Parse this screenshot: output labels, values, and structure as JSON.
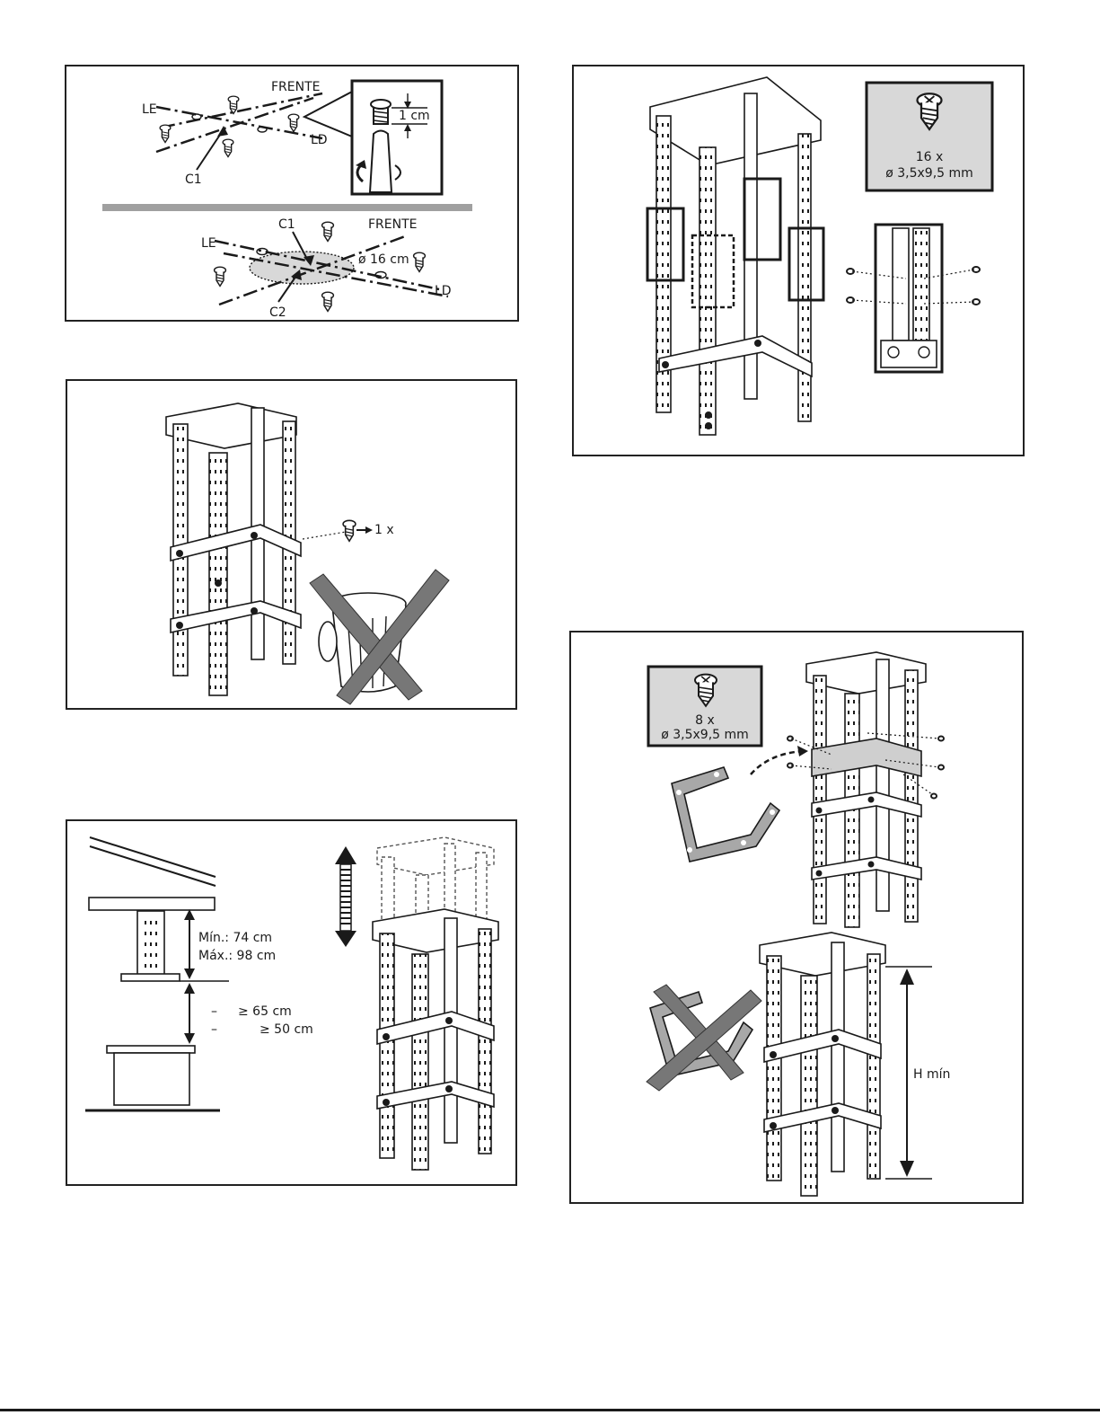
{
  "panel1": {
    "label_frente_top": "FRENTE",
    "label_le_top": "LE",
    "label_ld_top": "LD",
    "label_c1_top": "C1",
    "label_1cm": "1 cm",
    "label_c1_bottom": "C1",
    "label_frente_bottom": "FRENTE",
    "label_le_bottom": "LE",
    "label_ld_bottom": "LD",
    "label_c2": "C2",
    "label_diameter": "ø 16 cm"
  },
  "panel2": {
    "label_qty": "1 x"
  },
  "panel3": {
    "label_min": "Mín.: 74 cm",
    "label_max": "Máx.: 98 cm",
    "label_dash1": "–",
    "label_dist1": "≥ 65 cm",
    "label_dash2": "–",
    "label_dist2": "≥ 50 cm"
  },
  "panel4": {
    "screw_qty": "16 x",
    "screw_size": "ø 3,5x9,5 mm"
  },
  "panel5": {
    "screw_qty": "8 x",
    "screw_size": "ø 3,5x9,5 mm",
    "label_hmin": "H mín"
  }
}
